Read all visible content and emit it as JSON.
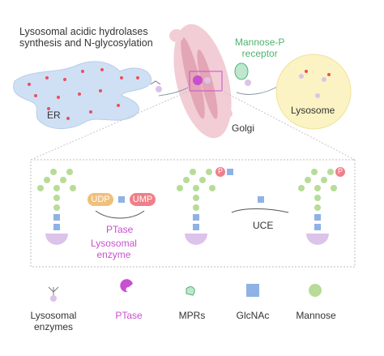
{
  "title": "Lysosomal acidic hydrolases\nsynthesis and N-glycosylation",
  "organelles": {
    "er": "ER",
    "golgi": "Golgi",
    "lysosome": "Lysosome",
    "receptor": "Mannose-P\nreceptor"
  },
  "process": {
    "udp": "UDP",
    "ump": "UMP",
    "ptase": "PTase",
    "enzyme": "Lysosomal\nenzyme",
    "uce": "UCE",
    "phosphate": "P"
  },
  "legend": {
    "items": [
      {
        "label": "Lysosomal\nenzymes"
      },
      {
        "label": "PTase"
      },
      {
        "label": "MPRs"
      },
      {
        "label": "GlcNAc"
      },
      {
        "label": "Mannose"
      }
    ]
  },
  "colors": {
    "er": "#cfe0f5",
    "golgi": "#f2cdd6",
    "lysosome": "#fbf3c3",
    "ptase": "#c84fd0",
    "mpr": "#4fb36e",
    "glcnac": "#8fb2e6",
    "mannose": "#b6dc97",
    "enzyme": "#dcc3ea",
    "phosphate": "#f07f8a",
    "udp": "#f0c07a",
    "ump": "#f07f8a"
  }
}
